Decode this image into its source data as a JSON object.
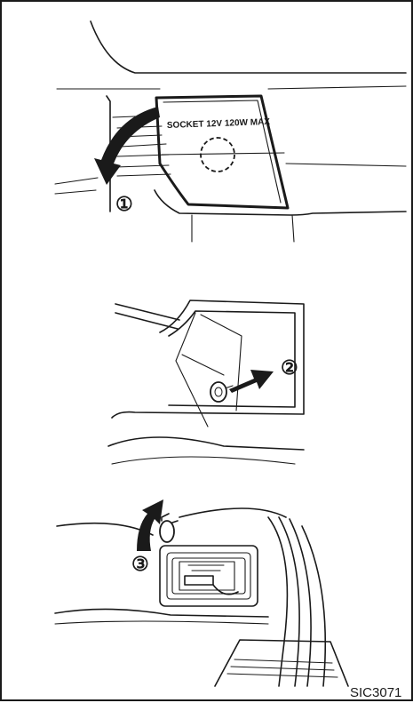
{
  "panel1": {
    "cover_label": "SOCKET 12V 120W MAX",
    "step_marker": "①"
  },
  "panel2": {
    "step_marker": "②"
  },
  "panel3": {
    "step_marker": "③"
  },
  "figure_code": "SIC3071"
}
